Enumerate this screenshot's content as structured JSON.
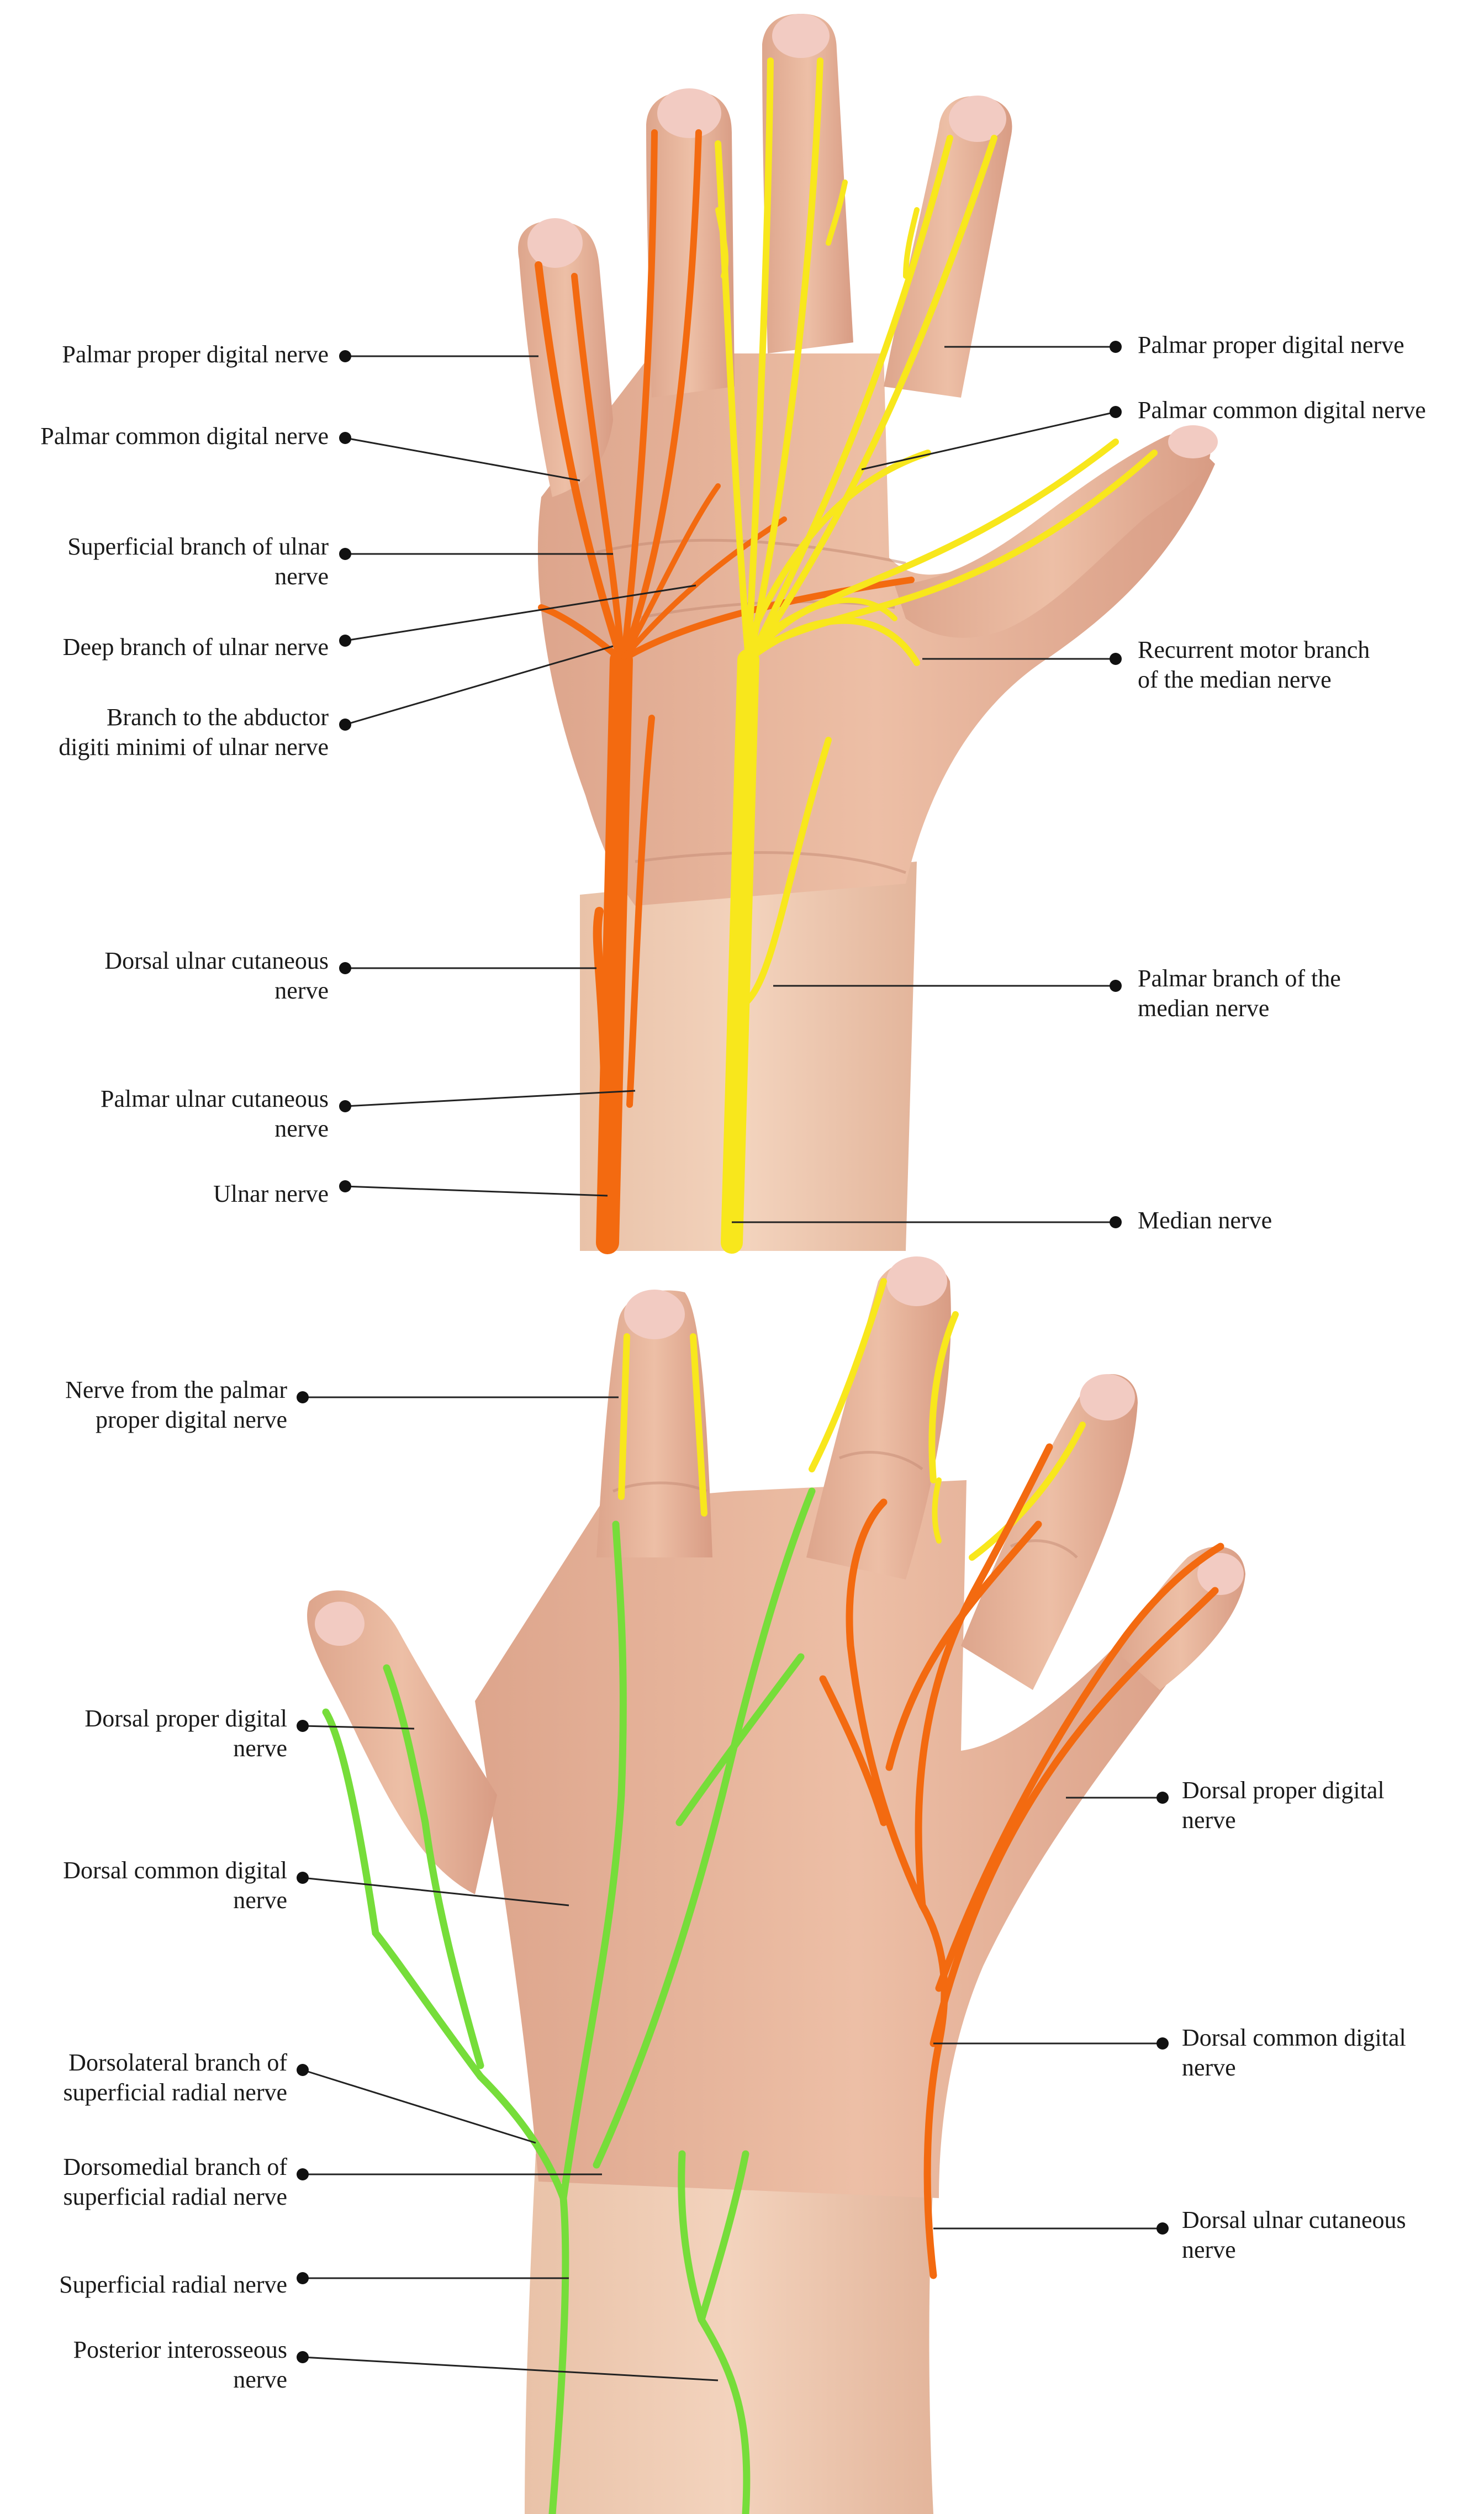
{
  "colors": {
    "ulnar": "#F36A10",
    "median": "#F8E71C",
    "radial": "#76DD3A",
    "skin": "#E9B79E",
    "skin_shadow": "#C98E78",
    "nail": "#F1C9C0",
    "leader": "#222222",
    "background": "#FFFFFF"
  },
  "palmar": {
    "left_labels": [
      {
        "id": "palmar-proper-digital-left",
        "text": "Palmar proper digital nerve"
      },
      {
        "id": "palmar-common-digital-left",
        "text": "Palmar common digital nerve"
      },
      {
        "id": "superficial-branch-ulnar",
        "text": "Superficial branch of ulnar\nnerve"
      },
      {
        "id": "deep-branch-ulnar",
        "text": "Deep branch of ulnar nerve"
      },
      {
        "id": "branch-abductor",
        "text": "Branch to the abductor\ndigiti minimi of ulnar nerve"
      },
      {
        "id": "dorsal-ulnar-cutaneous-palmar",
        "text": "Dorsal ulnar cutaneous\nnerve"
      },
      {
        "id": "palmar-ulnar-cutaneous",
        "text": "Palmar ulnar cutaneous\nnerve"
      },
      {
        "id": "ulnar-nerve",
        "text": "Ulnar nerve"
      }
    ],
    "right_labels": [
      {
        "id": "palmar-proper-digital-right",
        "text": "Palmar proper digital nerve"
      },
      {
        "id": "palmar-common-digital-right",
        "text": "Palmar common digital nerve"
      },
      {
        "id": "recurrent-motor-branch",
        "text": "Recurrent motor branch\nof the median nerve"
      },
      {
        "id": "palmar-branch-median",
        "text": "Palmar branch of the\nmedian nerve"
      },
      {
        "id": "median-nerve",
        "text": "Median nerve"
      }
    ]
  },
  "dorsal": {
    "left_labels": [
      {
        "id": "nerve-from-palmar-proper",
        "text": "Nerve from the palmar\nproper digital nerve"
      },
      {
        "id": "dorsal-proper-digital-left",
        "text": "Dorsal proper digital\nnerve"
      },
      {
        "id": "dorsal-common-digital-left",
        "text": "Dorsal common digital\nnerve"
      },
      {
        "id": "dorsolateral-branch",
        "text": "Dorsolateral branch of\nsuperficial radial nerve"
      },
      {
        "id": "dorsomedial-branch",
        "text": "Dorsomedial branch of\nsuperficial radial nerve"
      },
      {
        "id": "superficial-radial",
        "text": "Superficial radial nerve"
      },
      {
        "id": "posterior-interosseous",
        "text": "Posterior interosseous\nnerve"
      }
    ],
    "right_labels": [
      {
        "id": "dorsal-proper-digital-right",
        "text": "Dorsal proper digital\nnerve"
      },
      {
        "id": "dorsal-common-digital-right",
        "text": "Dorsal common digital\nnerve"
      },
      {
        "id": "dorsal-ulnar-cutaneous-dorsal",
        "text": "Dorsal ulnar cutaneous\nnerve"
      }
    ]
  }
}
